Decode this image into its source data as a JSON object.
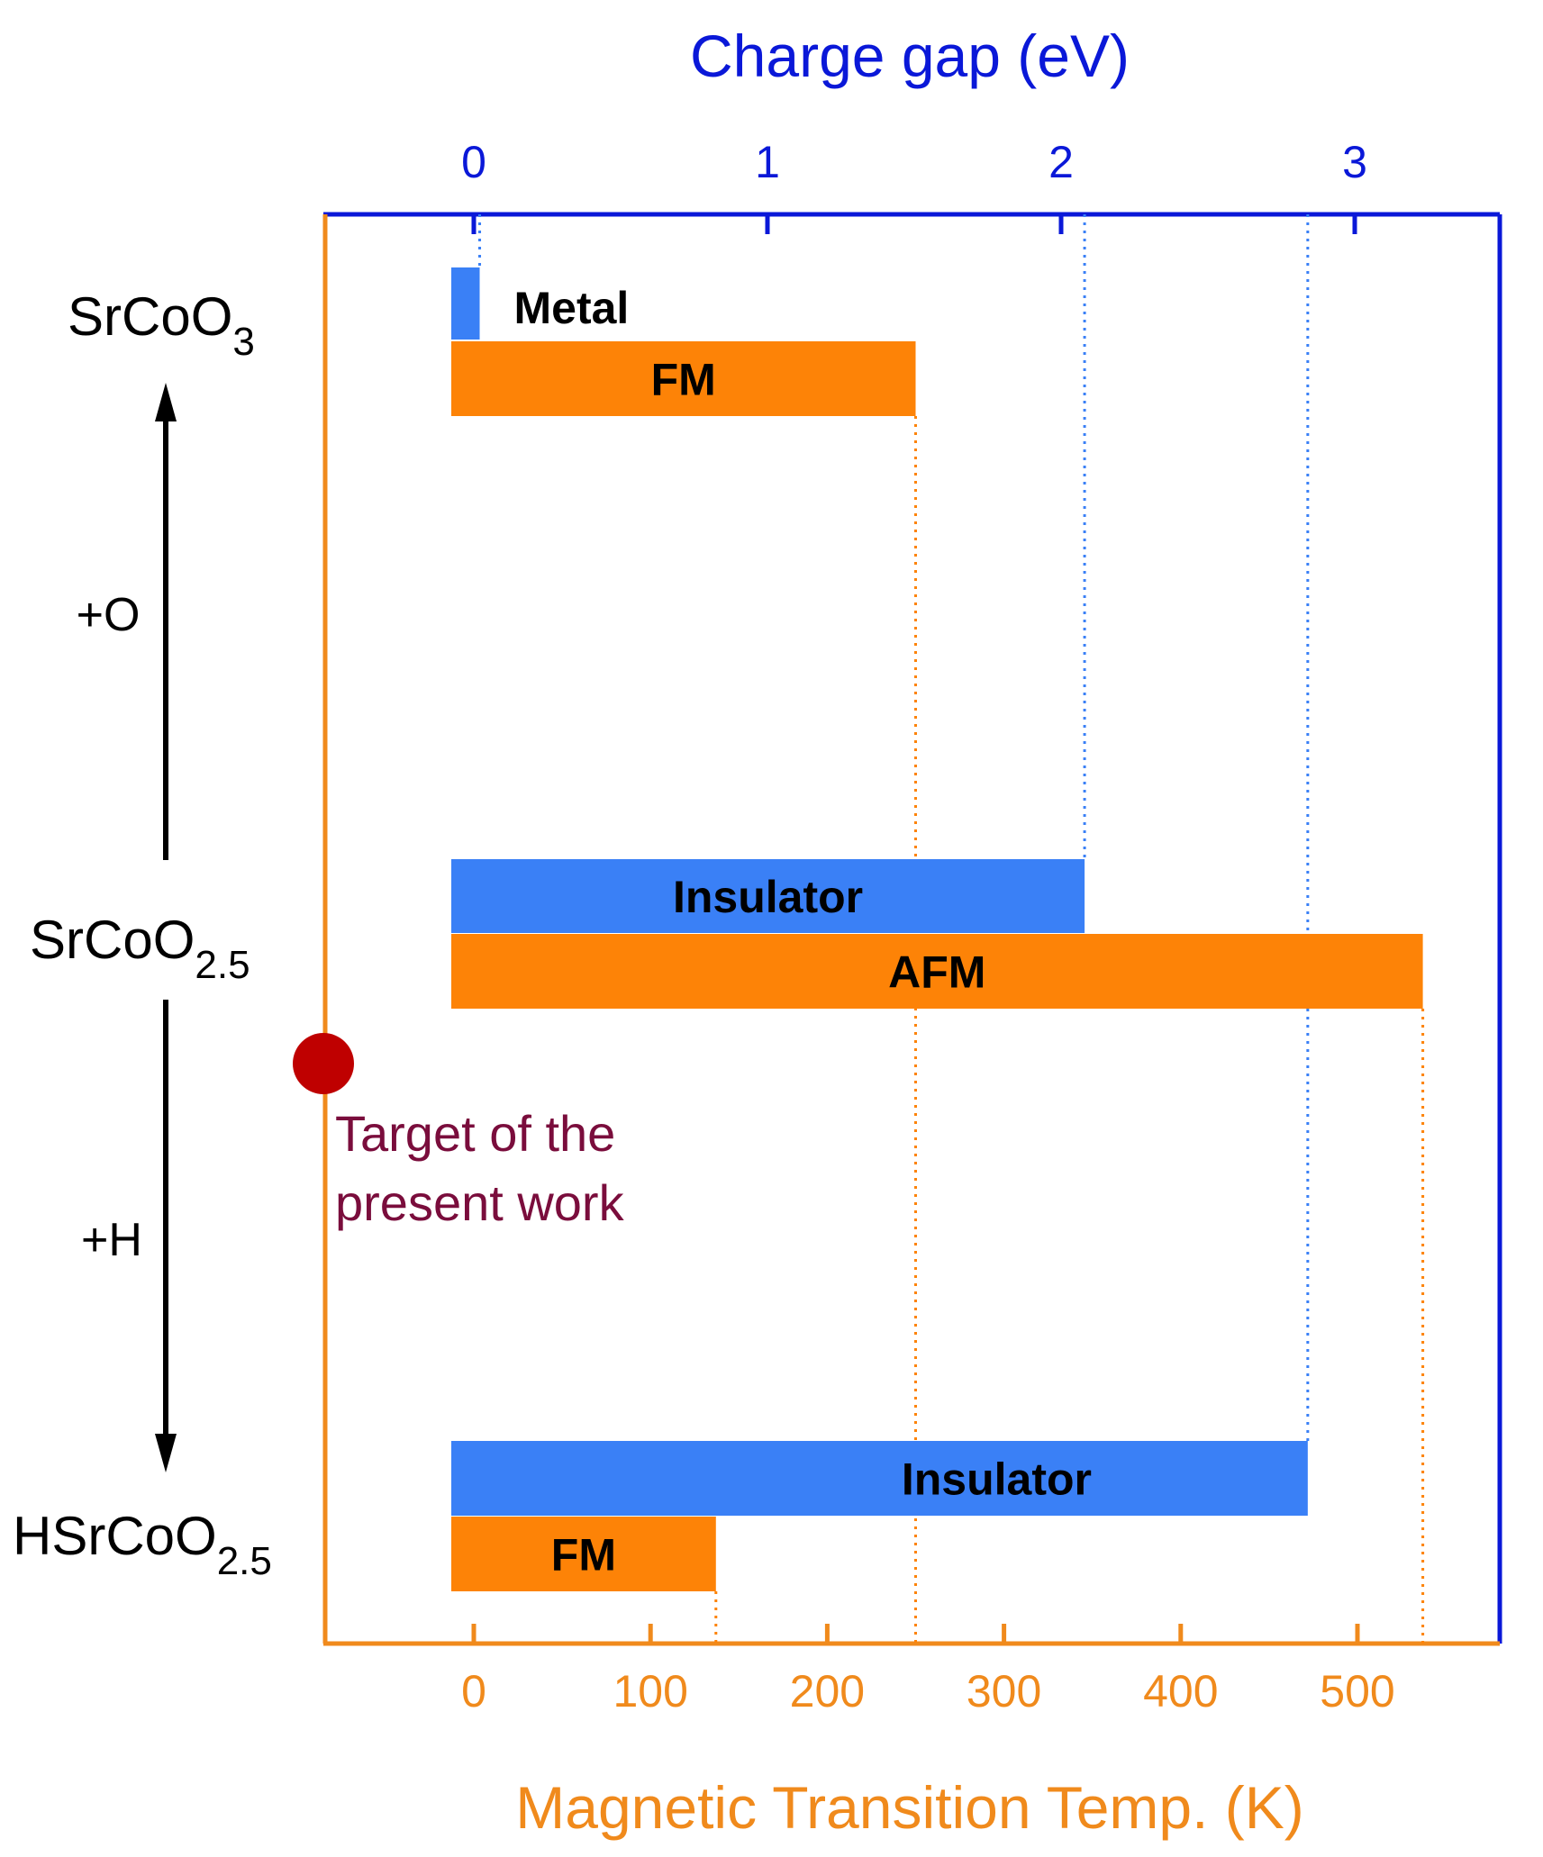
{
  "chart_data": {
    "type": "bar",
    "orientation": "horizontal",
    "grid": false,
    "top_axis": {
      "label": "Charge gap (eV)",
      "ticks": [
        0,
        1,
        2,
        3
      ],
      "tick_labels": [
        "0",
        "1",
        "2",
        "3"
      ],
      "color": "#0a18d8"
    },
    "bottom_axis": {
      "label": "Magnetic Transition Temp. (K)",
      "ticks": [
        0,
        100,
        200,
        300,
        400,
        500
      ],
      "tick_labels": [
        "0",
        "100",
        "200",
        "300",
        "400",
        "500"
      ],
      "color": "#f08a1c"
    },
    "compounds": [
      {
        "name": "SrCoO3",
        "name_main": "SrCoO",
        "name_sub": "3",
        "gap_label": "Metal",
        "gap_ev": 0.02,
        "magnetic_label": "FM",
        "tc_k": 250
      },
      {
        "name": "SrCoO2.5",
        "name_main": "SrCoO",
        "name_sub": "2.5",
        "gap_label": "Insulator",
        "gap_ev": 2.08,
        "magnetic_label": "AFM",
        "tc_k": 537
      },
      {
        "name": "HSrCoO2.5",
        "name_main": "HSrCoO",
        "name_sub": "2.5",
        "gap_label": "Insulator",
        "gap_ev": 2.84,
        "magnetic_label": "FM",
        "tc_k": 137
      }
    ],
    "transitions": [
      {
        "label": "+O",
        "from": "SrCoO2.5",
        "to": "SrCoO3"
      },
      {
        "label": "+H",
        "from": "SrCoO2.5",
        "to": "HSrCoO2.5"
      }
    ],
    "annotation": {
      "line1": "Target of the",
      "line2": "present work"
    },
    "colors": {
      "gap_bar": "#3a80f6",
      "magnetic_bar": "#fd8307",
      "top_axis": "#0a18d8",
      "bottom_axis": "#f08a1c",
      "target_marker": "#bf0000",
      "annotation": "#7a0d3c"
    }
  }
}
